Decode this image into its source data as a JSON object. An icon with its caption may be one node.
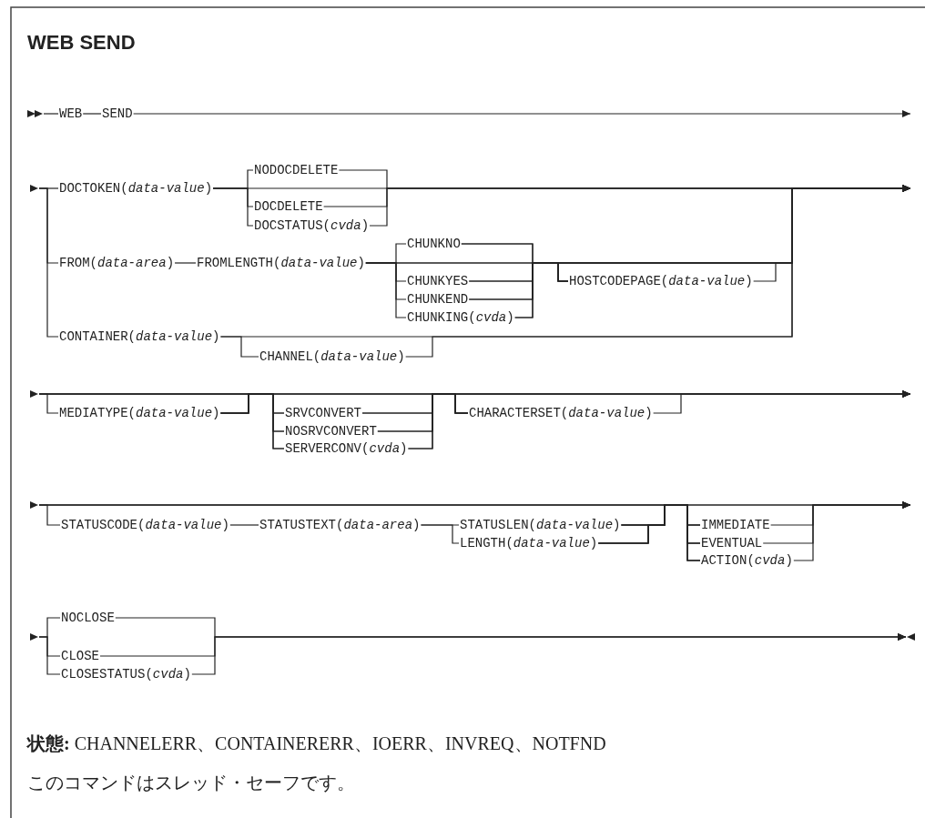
{
  "diagram": {
    "title": "WEB SEND",
    "nodes": [
      {
        "text": [
          "WEB"
        ]
      },
      {
        "text": [
          "SEND"
        ]
      },
      {
        "text": [
          "DOCTOKEN(*data-value*)"
        ]
      },
      {
        "text": [
          "NODOCDELETE"
        ]
      },
      {
        "text": [
          "DOCDELETE"
        ]
      },
      {
        "text": [
          "DOCSTATUS(*cvda*)"
        ]
      },
      {
        "text": [
          "FROM(*data-area*)"
        ]
      },
      {
        "text": [
          "FROMLENGTH(*data-value*)"
        ]
      },
      {
        "text": [
          "CHUNKNO"
        ]
      },
      {
        "text": [
          "CHUNKYES"
        ]
      },
      {
        "text": [
          "CHUNKEND"
        ]
      },
      {
        "text": [
          "CHUNKING(*cvda*)"
        ]
      },
      {
        "text": [
          "HOSTCODEPAGE(*data-value*)"
        ]
      },
      {
        "text": [
          "CONTAINER(*data-value*)"
        ]
      },
      {
        "text": [
          "CHANNEL(*data-value*)"
        ]
      },
      {
        "text": [
          "MEDIATYPE(*data-value*)"
        ]
      },
      {
        "text": [
          "SRVCONVERT"
        ]
      },
      {
        "text": [
          "NOSRVCONVERT"
        ]
      },
      {
        "text": [
          "SERVERCONV(*cvda*)"
        ]
      },
      {
        "text": [
          "CHARACTERSET(*data-value*)"
        ]
      },
      {
        "text": [
          "STATUSCODE(*data-value*)"
        ]
      },
      {
        "text": [
          "STATUSTEXT(*data-area*)"
        ]
      },
      {
        "text": [
          "STATUSLEN(*data-value*)"
        ]
      },
      {
        "text": [
          "LENGTH(*data-value*)"
        ]
      },
      {
        "text": [
          "IMMEDIATE"
        ]
      },
      {
        "text": [
          "EVENTUAL"
        ]
      },
      {
        "text": [
          "ACTION(*cvda*)"
        ]
      },
      {
        "text": [
          "NOCLOSE"
        ]
      },
      {
        "text": [
          "CLOSE"
        ]
      },
      {
        "text": [
          "CLOSESTATUS(*cvda*)"
        ]
      },
      {
        "text": [],
        "shape": "triangle"
      },
      {
        "text": [],
        "shape": "triangle"
      },
      {
        "text": [],
        "shape": "triangle"
      },
      {
        "text": [],
        "shape": "triangle"
      },
      {
        "text": [],
        "shape": "triangle"
      },
      {
        "text": [],
        "shape": "triangle"
      }
    ],
    "edges": [
      {
        "from": 30,
        "to": 0,
        "arrow": "none"
      },
      {
        "from": 0,
        "to": 1,
        "arrow": "none"
      },
      {
        "from": 1,
        "to": null,
        "arrow": "to"
      },
      {
        "from": 31,
        "to": 2,
        "arrow": "none"
      },
      {
        "from": 31,
        "to": 6,
        "arrow": "none"
      },
      {
        "from": 31,
        "to": 13,
        "arrow": "none"
      },
      {
        "from": 2,
        "to": 3,
        "arrow": "none"
      },
      {
        "from": 2,
        "to": 4,
        "arrow": "none"
      },
      {
        "from": 2,
        "to": 5,
        "arrow": "none"
      },
      {
        "from": 2,
        "to": null,
        "arrow": "to"
      },
      {
        "from": 3,
        "to": null,
        "arrow": "to"
      },
      {
        "from": 4,
        "to": null,
        "arrow": "to"
      },
      {
        "from": 5,
        "to": null,
        "arrow": "to"
      },
      {
        "from": 6,
        "to": 7,
        "arrow": "none"
      },
      {
        "from": 7,
        "to": 8,
        "arrow": "none"
      },
      {
        "from": 7,
        "to": 9,
        "arrow": "none"
      },
      {
        "from": 7,
        "to": 10,
        "arrow": "none"
      },
      {
        "from": 7,
        "to": 11,
        "arrow": "none"
      },
      {
        "from": 7,
        "to": 12,
        "arrow": "none"
      },
      {
        "from": 7,
        "to": null,
        "arrow": "to"
      },
      {
        "from": 8,
        "to": 12,
        "arrow": "none"
      },
      {
        "from": 9,
        "to": 12,
        "arrow": "none"
      },
      {
        "from": 10,
        "to": 12,
        "arrow": "none"
      },
      {
        "from": 11,
        "to": 12,
        "arrow": "none"
      },
      {
        "from": 8,
        "to": null,
        "arrow": "to"
      },
      {
        "from": 9,
        "to": null,
        "arrow": "to"
      },
      {
        "from": 10,
        "to": null,
        "arrow": "to"
      },
      {
        "from": 11,
        "to": null,
        "arrow": "to"
      },
      {
        "from": 12,
        "to": null,
        "arrow": "to"
      },
      {
        "from": 13,
        "to": 14,
        "arrow": "none"
      },
      {
        "from": 13,
        "to": null,
        "arrow": "to"
      },
      {
        "from": 14,
        "to": null,
        "arrow": "to"
      },
      {
        "from": 32,
        "to": 15,
        "arrow": "none"
      },
      {
        "from": 32,
        "to": 16,
        "arrow": "none"
      },
      {
        "from": 32,
        "to": 17,
        "arrow": "none"
      },
      {
        "from": 32,
        "to": 18,
        "arrow": "none"
      },
      {
        "from": 32,
        "to": 19,
        "arrow": "none"
      },
      {
        "from": 15,
        "to": 16,
        "arrow": "none"
      },
      {
        "from": 15,
        "to": 17,
        "arrow": "none"
      },
      {
        "from": 15,
        "to": 18,
        "arrow": "none"
      },
      {
        "from": 15,
        "to": 19,
        "arrow": "none"
      },
      {
        "from": 15,
        "to": null,
        "arrow": "to"
      },
      {
        "from": 16,
        "to": 19,
        "arrow": "none"
      },
      {
        "from": 17,
        "to": 19,
        "arrow": "none"
      },
      {
        "from": 18,
        "to": 19,
        "arrow": "none"
      },
      {
        "from": 16,
        "to": null,
        "arrow": "to"
      },
      {
        "from": 17,
        "to": null,
        "arrow": "to"
      },
      {
        "from": 18,
        "to": null,
        "arrow": "to"
      },
      {
        "from": 19,
        "to": null,
        "arrow": "to"
      },
      {
        "from": 33,
        "to": 20,
        "arrow": "none"
      },
      {
        "from": 33,
        "to": 24,
        "arrow": "none"
      },
      {
        "from": 33,
        "to": 25,
        "arrow": "none"
      },
      {
        "from": 33,
        "to": 26,
        "arrow": "none"
      },
      {
        "from": 20,
        "to": 21,
        "arrow": "none"
      },
      {
        "from": 21,
        "to": 22,
        "arrow": "none"
      },
      {
        "from": 21,
        "to": 23,
        "arrow": "none"
      },
      {
        "from": 22,
        "to": 24,
        "arrow": "none"
      },
      {
        "from": 22,
        "to": 25,
        "arrow": "none"
      },
      {
        "from": 22,
        "to": 26,
        "arrow": "none"
      },
      {
        "from": 23,
        "to": 24,
        "arrow": "none"
      },
      {
        "from": 23,
        "to": 25,
        "arrow": "none"
      },
      {
        "from": 23,
        "to": 26,
        "arrow": "none"
      },
      {
        "from": 22,
        "to": null,
        "arrow": "to"
      },
      {
        "from": 23,
        "to": null,
        "arrow": "to"
      },
      {
        "from": 24,
        "to": null,
        "arrow": "to"
      },
      {
        "from": 25,
        "to": null,
        "arrow": "to"
      },
      {
        "from": 26,
        "to": null,
        "arrow": "to"
      },
      {
        "from": 34,
        "to": 27,
        "arrow": "none"
      },
      {
        "from": 34,
        "to": 28,
        "arrow": "none"
      },
      {
        "from": 34,
        "to": 29,
        "arrow": "none"
      },
      {
        "from": 27,
        "to": 35,
        "arrow": "to"
      },
      {
        "from": 28,
        "to": 35,
        "arrow": "to"
      },
      {
        "from": 29,
        "to": 35,
        "arrow": "to"
      }
    ],
    "labels": [
      "**状態:** CHANNELERR、CONTAINERERR、IOERR、INVREQ、NOTFND",
      "このコマンドはスレッド・セーフです。"
    ]
  }
}
